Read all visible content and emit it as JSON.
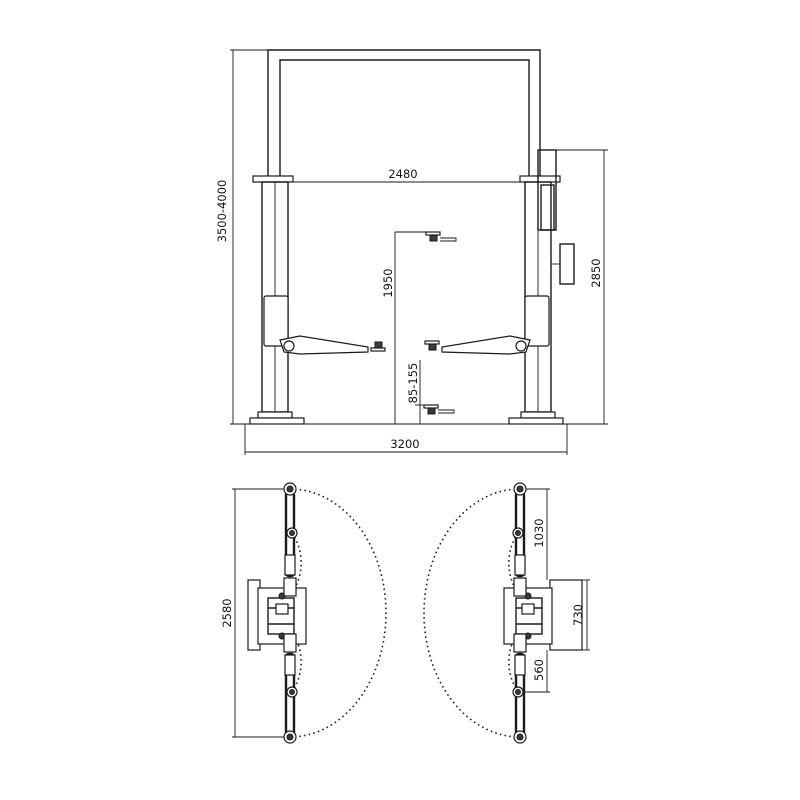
{
  "diagram": {
    "colors": {
      "line": "#1a1a1a",
      "background": "#ffffff"
    },
    "front_view": {
      "dimensions": {
        "total_height": "3500-4000",
        "between_columns": "2480",
        "lift_height": "1950",
        "min_pad_height": "85-155",
        "column_height": "2850",
        "overall_width": "3200"
      }
    },
    "top_view": {
      "dimensions": {
        "total_depth": "2580",
        "long_arm_reach": "1030",
        "base_width": "730",
        "short_arm_reach": "560"
      }
    }
  }
}
